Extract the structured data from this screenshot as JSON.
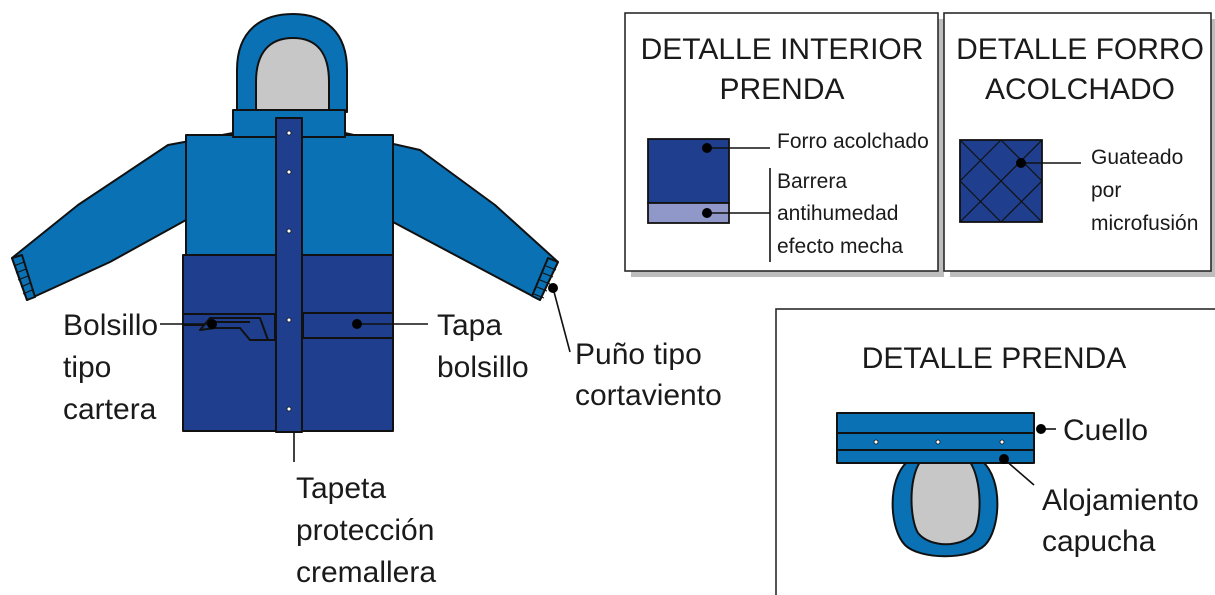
{
  "colors": {
    "light_blue": "#0a71b5",
    "dark_blue": "#1f3f8e",
    "grey_lining": "#c7c7c7",
    "light_stripe": "#8f98c8"
  },
  "jacket_labels": {
    "bolsillo": [
      "Bolsillo",
      "tipo",
      "cartera"
    ],
    "tapa": [
      "Tapa",
      "bolsillo"
    ],
    "puno": [
      "Puño tipo",
      "cortaviento"
    ],
    "tapeta": [
      "Tapeta",
      "protección",
      "cremallera"
    ]
  },
  "panel_interior": {
    "title": [
      "DETALLE INTERIOR",
      "PRENDA"
    ],
    "forro": "Forro acolchado",
    "barrera": [
      "Barrera",
      "antihumedad",
      "efecto mecha"
    ]
  },
  "panel_forro": {
    "title": [
      "DETALLE FORRO",
      "ACOLCHADO"
    ],
    "guateado": [
      "Guateado",
      "por",
      "microfusión"
    ]
  },
  "panel_prenda": {
    "title": "DETALLE PRENDA",
    "cuello": "Cuello",
    "alojamiento": [
      "Alojamiento",
      "capucha"
    ]
  }
}
